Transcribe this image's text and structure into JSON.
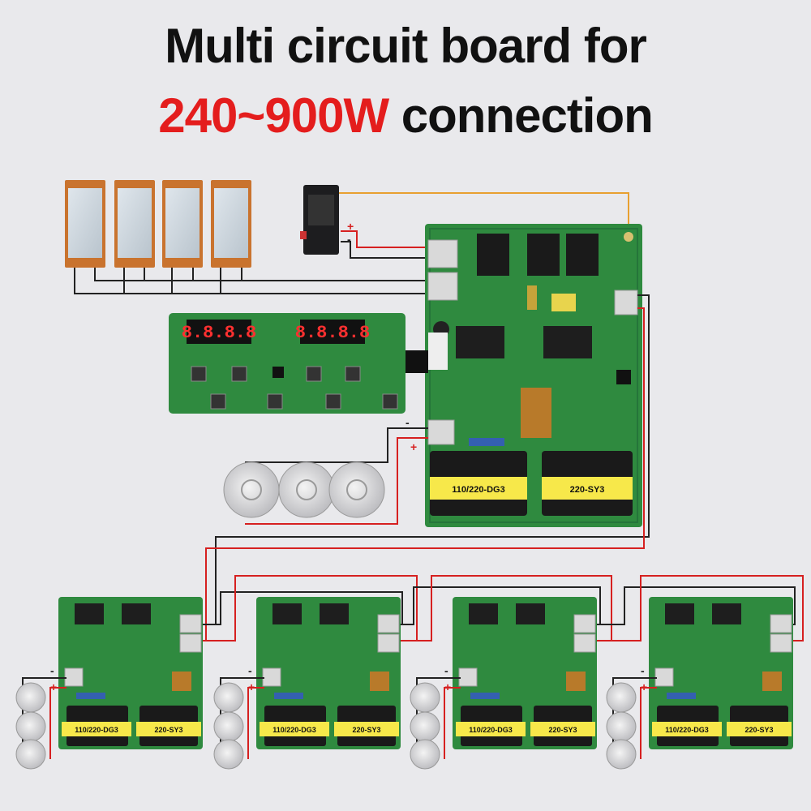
{
  "title": {
    "line1": "Multi circuit board for",
    "line2_highlight": "240~900W",
    "line2_rest": " connection"
  },
  "colors": {
    "highlight": "#e41d1d",
    "pcb": "#2f8a3f",
    "pcb_dark": "#1f6b2e",
    "transformer": "#f7e84a",
    "wire_red": "#d62020",
    "wire_black": "#222222",
    "wire_orange": "#e8a030"
  },
  "main_board": {
    "transformer_left": "110/220-DG3",
    "transformer_right": "220-SY3",
    "minus": "-",
    "plus": "+"
  },
  "display_board": {
    "left_display": "8.8.8.8",
    "right_display": "8.8.8.8"
  },
  "switch": {
    "plus": "+",
    "minus": "-"
  },
  "slave_boards": [
    {
      "transformer_left": "110/220-DG3",
      "transformer_right": "220-SY3",
      "minus": "-",
      "plus": "+"
    },
    {
      "transformer_left": "110/220-DG3",
      "transformer_right": "220-SY3",
      "minus": "-",
      "plus": "+"
    },
    {
      "transformer_left": "110/220-DG3",
      "transformer_right": "220-SY3",
      "minus": "-",
      "plus": "+"
    },
    {
      "transformer_left": "110/220-DG3",
      "transformer_right": "220-SY3",
      "minus": "-",
      "plus": "+"
    }
  ]
}
